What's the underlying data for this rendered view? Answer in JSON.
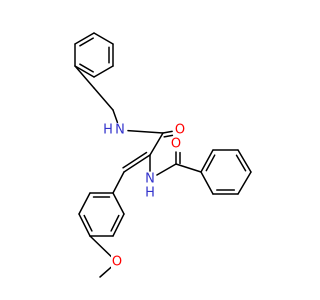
{
  "molecule": {
    "background": "#ffffff",
    "bond_color": "#000000",
    "atoms": [
      {
        "id": "n_amide_top",
        "label": "N",
        "h": "H",
        "h_side": "left",
        "color": "#3333cc"
      },
      {
        "id": "o_amide_top",
        "label": "O",
        "color": "#ff0000"
      },
      {
        "id": "n_benzamide",
        "label": "N",
        "h": "H",
        "h_side": "below",
        "color": "#3333cc"
      },
      {
        "id": "o_benzamide",
        "label": "O",
        "color": "#ff0000"
      },
      {
        "id": "o_methoxy",
        "label": "O",
        "color": "#ff0000"
      }
    ],
    "bonds": [
      {
        "a": "ph1_a",
        "b": "ph1_b",
        "order": 1
      },
      {
        "a": "ph1_b",
        "b": "ph1_c",
        "order": 2
      },
      {
        "a": "ph1_c",
        "b": "ph1_d",
        "order": 1
      },
      {
        "a": "ph1_d",
        "b": "ph1_e",
        "order": 2
      },
      {
        "a": "ph1_e",
        "b": "ph1_f",
        "order": 1
      },
      {
        "a": "ph1_f",
        "b": "ph1_a",
        "order": 2
      },
      {
        "a": "ph1_e",
        "b": "ch2_a",
        "order": 1
      },
      {
        "a": "ch2_a",
        "b": "ch2_b",
        "order": 1
      },
      {
        "a": "ch2_b",
        "b": "n_amide_top",
        "order": 1
      },
      {
        "a": "n_amide_top",
        "b": "c_amide",
        "order": 1
      },
      {
        "a": "c_amide",
        "b": "o_amide_top",
        "order": 2
      },
      {
        "a": "c_amide",
        "b": "c_alpha",
        "order": 1
      },
      {
        "a": "c_alpha",
        "b": "c_vinyl",
        "order": 2
      },
      {
        "a": "c_alpha",
        "b": "n_benzamide",
        "order": 1
      },
      {
        "a": "n_benzamide",
        "b": "c_benzoyl",
        "order": 1
      },
      {
        "a": "c_benzoyl",
        "b": "o_benzamide",
        "order": 2
      },
      {
        "a": "c_benzoyl",
        "b": "ph2_a",
        "order": 1
      },
      {
        "a": "ph2_a",
        "b": "ph2_b",
        "order": 2
      },
      {
        "a": "ph2_b",
        "b": "ph2_c",
        "order": 1
      },
      {
        "a": "ph2_c",
        "b": "ph2_d",
        "order": 2
      },
      {
        "a": "ph2_d",
        "b": "ph2_e",
        "order": 1
      },
      {
        "a": "ph2_e",
        "b": "ph2_f",
        "order": 2
      },
      {
        "a": "ph2_f",
        "b": "ph2_a",
        "order": 1
      },
      {
        "a": "c_vinyl",
        "b": "ph3_a",
        "order": 1
      },
      {
        "a": "ph3_a",
        "b": "ph3_b",
        "order": 2
      },
      {
        "a": "ph3_b",
        "b": "ph3_c",
        "order": 1
      },
      {
        "a": "ph3_c",
        "b": "ph3_d",
        "order": 2
      },
      {
        "a": "ph3_d",
        "b": "ph3_e",
        "order": 1
      },
      {
        "a": "ph3_e",
        "b": "ph3_f",
        "order": 2
      },
      {
        "a": "ph3_f",
        "b": "ph3_a",
        "order": 1
      },
      {
        "a": "ph3_d",
        "b": "o_methoxy",
        "order": 1
      },
      {
        "a": "o_methoxy",
        "b": "ch3",
        "order": 1
      }
    ]
  }
}
